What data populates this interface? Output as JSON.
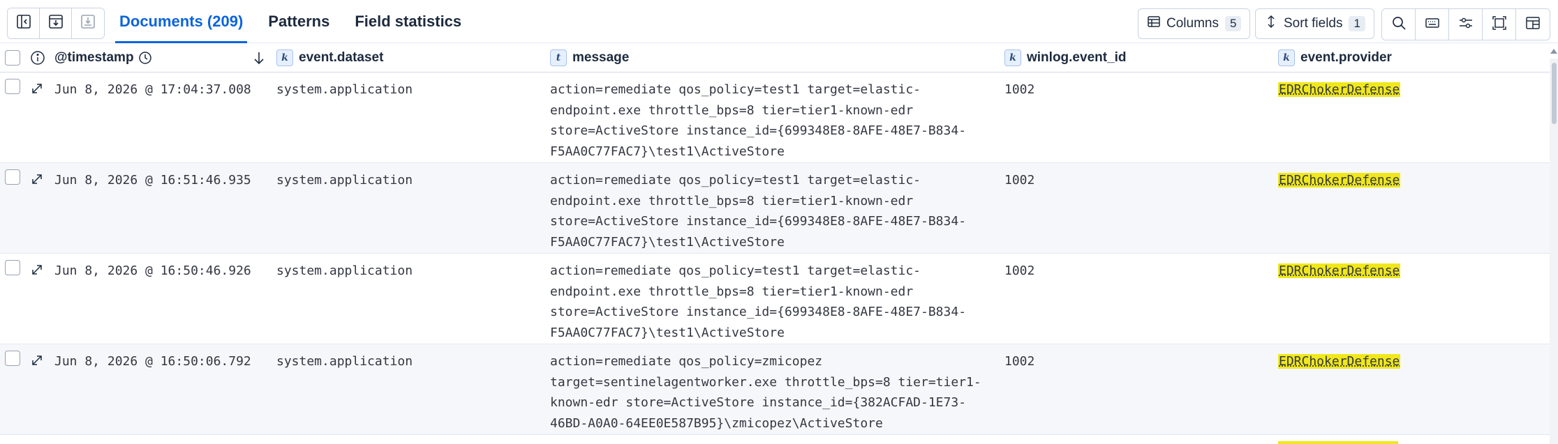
{
  "toolbar": {
    "icons": [
      "collapse-sidebar-icon",
      "save-document-icon",
      "download-icon"
    ],
    "tabs": [
      {
        "label": "Documents (209)",
        "active": true
      },
      {
        "label": "Patterns",
        "active": false
      },
      {
        "label": "Field statistics",
        "active": false
      }
    ],
    "columns_label": "Columns",
    "columns_count": "5",
    "sort_label": "Sort fields",
    "sort_count": "1",
    "right_icons": [
      "search-icon",
      "keyboard-icon",
      "settings-sliders-icon",
      "fullscreen-icon",
      "layout-icon"
    ]
  },
  "grid": {
    "columns": [
      {
        "name": "@timestamp",
        "type": ""
      },
      {
        "name": "event.dataset",
        "type": "k"
      },
      {
        "name": "message",
        "type": "t"
      },
      {
        "name": "winlog.event_id",
        "type": "k"
      },
      {
        "name": "event.provider",
        "type": "k"
      }
    ],
    "rows": [
      {
        "timestamp": "Jun 8, 2026 @ 17:04:37.008",
        "dataset": "system.application",
        "message": "action=remediate qos_policy=test1 target=elastic-\nendpoint.exe throttle_bps=8 tier=tier1-known-edr\nstore=ActiveStore instance_id={699348E8-8AFE-48E7-B834-\nF5AA0C77FAC7}\\test1\\ActiveStore",
        "event_id": "1002",
        "provider": "EDRChokerDefense"
      },
      {
        "timestamp": "Jun 8, 2026 @ 16:51:46.935",
        "dataset": "system.application",
        "message": "action=remediate qos_policy=test1 target=elastic-\nendpoint.exe throttle_bps=8 tier=tier1-known-edr\nstore=ActiveStore instance_id={699348E8-8AFE-48E7-B834-\nF5AA0C77FAC7}\\test1\\ActiveStore",
        "event_id": "1002",
        "provider": "EDRChokerDefense"
      },
      {
        "timestamp": "Jun 8, 2026 @ 16:50:46.926",
        "dataset": "system.application",
        "message": "action=remediate qos_policy=test1 target=elastic-\nendpoint.exe throttle_bps=8 tier=tier1-known-edr\nstore=ActiveStore instance_id={699348E8-8AFE-48E7-B834-\nF5AA0C77FAC7}\\test1\\ActiveStore",
        "event_id": "1002",
        "provider": "EDRChokerDefense"
      },
      {
        "timestamp": "Jun 8, 2026 @ 16:50:06.792",
        "dataset": "system.application",
        "message": "action=remediate qos_policy=zmicopez\ntarget=sentinelagentworker.exe throttle_bps=8 tier=tier1-\nknown-edr store=ActiveStore instance_id={382ACFAD-1E73-\n46BD-A0A0-64EE0E587B95}\\zmicopez\\ActiveStore",
        "event_id": "1002",
        "provider": "EDRChokerDefense"
      }
    ]
  },
  "colors": {
    "accent": "#0b64dd",
    "highlight": "#f0e81a"
  }
}
